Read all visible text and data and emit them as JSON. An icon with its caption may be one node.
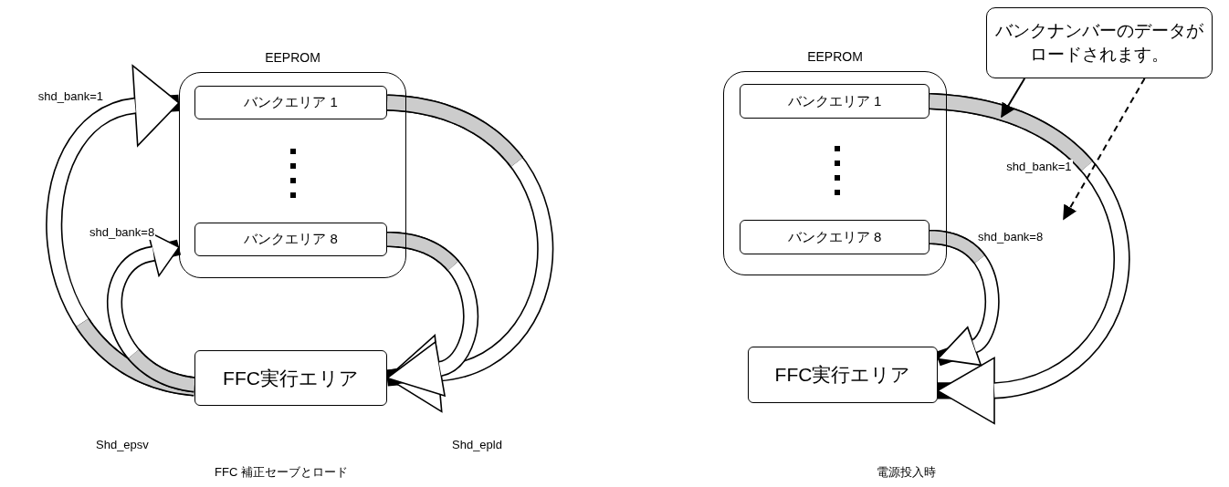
{
  "diagram": {
    "nodes": [
      {
        "text": [
          "EEPROM"
        ]
      },
      {
        "text": [
          "バンクエリア 1"
        ],
        "in": 0
      },
      {
        "text": [
          "バンクエリア 8"
        ],
        "in": 0
      },
      {
        "text": [
          "FFC実行エリア"
        ]
      },
      {
        "text": [
          "EEPROM"
        ]
      },
      {
        "text": [
          "バンクエリア 1"
        ],
        "in": 4
      },
      {
        "text": [
          "バンクエリア 8"
        ],
        "in": 4
      },
      {
        "text": [
          "FFC実行エリア"
        ]
      },
      {
        "text": [
          "バンクナンバーのデータがロードされます。"
        ]
      }
    ],
    "edges": [
      {
        "from": 3,
        "to": 0,
        "arrow": "to",
        "label": "shd_bank=1"
      },
      {
        "from": 3,
        "to": 0,
        "arrow": "to",
        "label": "shd_bank=8"
      },
      {
        "from": 1,
        "to": 3,
        "arrow": "to"
      },
      {
        "from": 2,
        "to": 3,
        "arrow": "to"
      },
      {
        "from": 5,
        "to": 7,
        "arrow": "to",
        "label": "shd_bank=1"
      },
      {
        "from": 6,
        "to": 7,
        "arrow": "to",
        "label": "shd_bank=8"
      },
      {
        "from": 8,
        "to": null,
        "arrow": "to"
      },
      {
        "from": 8,
        "to": null,
        "arrow": "to",
        "style": "dashed"
      }
    ],
    "labels": [
      "Shd_epsv",
      "Shd_epld",
      "FFC 補正セーブとロード",
      "電源投入時"
    ]
  }
}
